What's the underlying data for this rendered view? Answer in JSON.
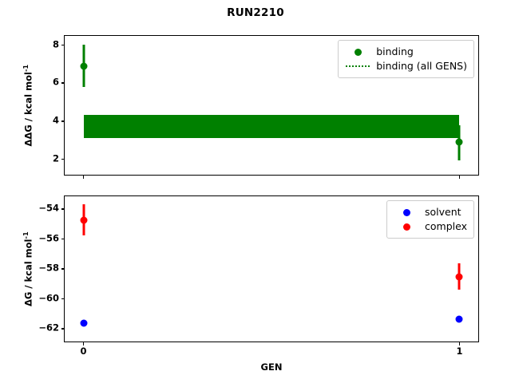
{
  "figure": {
    "title": "RUN2210",
    "xlabel": "GEN",
    "xticklabels": [
      "0",
      "1"
    ]
  },
  "panels": {
    "top": {
      "ylabel_html": "ΔΔG / kcal mol⁻¹",
      "ylabel_plain": "DDG / kcal mol-1",
      "yticklabels": [
        "2",
        "4",
        "6",
        "8"
      ],
      "legend": [
        {
          "label": "binding",
          "color": "#008000",
          "key": "dot-marker"
        },
        {
          "label": "binding (all GENS)",
          "color": "#008000",
          "key": "dotted-line"
        }
      ]
    },
    "bottom": {
      "ylabel_html": "ΔG / kcal mol⁻¹",
      "ylabel_plain": "DG / kcal mol-1",
      "yticklabels": [
        "−54",
        "−56",
        "−58",
        "−60",
        "−62"
      ],
      "legend": [
        {
          "label": "solvent",
          "color": "#0000ff",
          "key": "dot-marker"
        },
        {
          "label": "complex",
          "color": "#ff0000",
          "key": "dot-marker"
        }
      ]
    }
  },
  "chart_data": [
    {
      "type": "scatter",
      "panel": "top",
      "title": "RUN2210",
      "xlabel": "GEN",
      "ylabel": "ΔΔG / kcal mol⁻¹",
      "x": [
        0,
        1
      ],
      "xticks": [
        0,
        1
      ],
      "xticklabels": [
        "0",
        "1"
      ],
      "yticks": [
        2,
        4,
        6,
        8
      ],
      "xlim": [
        -0.05,
        1.05
      ],
      "ylim": [
        1.15,
        8.45
      ],
      "grid": false,
      "legend_position": "upper right",
      "series": [
        {
          "name": "binding",
          "color": "#008000",
          "marker": "o",
          "values": [
            6.85,
            2.85
          ],
          "yerr_low": [
            1.1,
            0.95
          ],
          "yerr_high": [
            1.15,
            0.9
          ]
        },
        {
          "name": "binding (all GENS)",
          "color": "#008000",
          "style": "dotted-band",
          "band_low": 3.1,
          "band_high": 4.3,
          "band_x": [
            0,
            1
          ]
        }
      ]
    },
    {
      "type": "scatter",
      "panel": "bottom",
      "xlabel": "GEN",
      "ylabel": "ΔG / kcal mol⁻¹",
      "x": [
        0,
        1
      ],
      "xticks": [
        0,
        1
      ],
      "xticklabels": [
        "0",
        "1"
      ],
      "yticks": [
        -54,
        -56,
        -58,
        -60,
        -62
      ],
      "xlim": [
        -0.05,
        1.05
      ],
      "ylim": [
        -62.9,
        -53.2
      ],
      "grid": false,
      "legend_position": "upper right",
      "series": [
        {
          "name": "solvent",
          "color": "#0000ff",
          "marker": "o",
          "values": [
            -61.65,
            -61.4
          ],
          "yerr_low": [
            0.08,
            0.08
          ],
          "yerr_high": [
            0.08,
            0.08
          ]
        },
        {
          "name": "complex",
          "color": "#ff0000",
          "marker": "o",
          "values": [
            -54.8,
            -58.6
          ],
          "yerr_low": [
            1.0,
            0.85
          ],
          "yerr_high": [
            1.05,
            0.9
          ]
        }
      ]
    }
  ]
}
